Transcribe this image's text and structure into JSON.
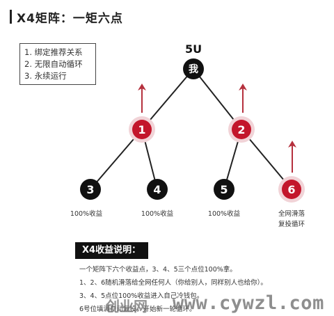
{
  "title": "X4矩阵：一矩六点",
  "rules": [
    "1. 绑定推荐关系",
    "2. 无限自动循环",
    "3. 永续运行"
  ],
  "top_label": "5U",
  "nodes": {
    "root": "我",
    "n1": "1",
    "n2": "2",
    "n3": "3",
    "n4": "4",
    "n5": "5",
    "n6": "6"
  },
  "captions": {
    "c3": "100%收益",
    "c4": "100%收益",
    "c5": "100%收益",
    "c6_line1": "全网滑落",
    "c6_line2": "复投循环"
  },
  "colors": {
    "black_node": "#111111",
    "red_node": "#c3162b",
    "red_ring": "#f1d3d7",
    "arrow": "#b5303d"
  },
  "explain": {
    "heading": "X4收益说明：",
    "lines": [
      "一个矩阵下六个收益点，3、4、5三个点位100%拿。",
      "1、2、6随机滑落给全网任何人（你给别人，同样别人也给你）。",
      "3、4、5点位100%收益进入自己冷钱包。",
      "6号位填满自动复投，开始新一轮循环。"
    ]
  },
  "watermark": "www.cywzl.com",
  "site_mark": "创业网"
}
